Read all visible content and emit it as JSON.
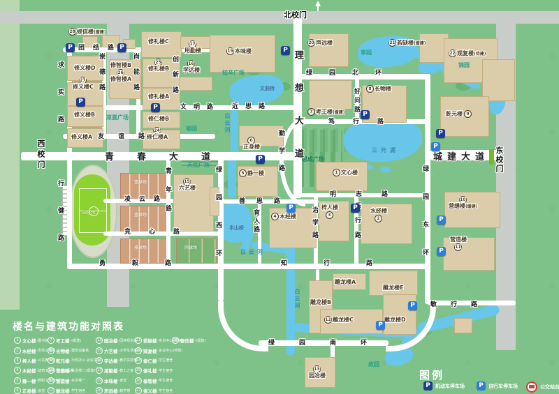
{
  "colors": {
    "bg": "#7ec189",
    "building": "#dccdaa",
    "water": "#68c6ea",
    "road_gray": "#c9cdc9",
    "road_white": "#ffffff",
    "parking_motor": "#1e3e8f",
    "parking_bike": "#2c7ed6",
    "bus_red": "#d23c3c",
    "gate_green": "#76b82a"
  },
  "gates": {
    "north": "北校门",
    "west": "西校门",
    "east": "东校门"
  },
  "roads": {
    "tuanjie": "团结路",
    "wenming": "文明路",
    "jinsi": "近思路",
    "youyi": "友谊路",
    "qingchun": "青春大道",
    "chengjian": "城建大道",
    "lixiang": "理想大道",
    "qinxue": "勤学路",
    "lvyuanbei": "绿园北环",
    "lvyuannan": "绿园南环",
    "lvyuanxi": "绿园西环",
    "lvyuandong": "绿园东环",
    "duxing": "笃行路",
    "mingzhi": "明志路",
    "shansi": "善思路",
    "zhixing": "知行路",
    "yongyi": "勇毅路",
    "lingyun": "凌云路",
    "jingxin": "竞心路",
    "minxing": "敏行路",
    "qiushi": "求实路",
    "xingjian": "行健路",
    "chongde": "崇德路",
    "shangneng": "尚能路",
    "chuangxin": "创新路",
    "qingnian": "青年路",
    "haowen": "好问路",
    "yuren": "育人路",
    "zhixue": "治学路",
    "lexing": "乐行路"
  },
  "water": {
    "baiyun": "白云河",
    "sanyuan": "三元湖",
    "wenqu": "文曲桥",
    "banshan": "半山桥"
  },
  "places": {
    "zhixin": "知辛广场",
    "liangzhi": "凉直广场",
    "sicheng": "思成广场",
    "tianyou": "天佑广场",
    "xiang": "享园",
    "jin": "锦园",
    "tao": "韬园",
    "gu": "故园"
  },
  "sports": {
    "basketball": "篮球场",
    "volleyball": "排球场",
    "tennis": "网球场",
    "track": "田径场"
  },
  "buildings": {
    "wenxin": {
      "n": "1",
      "t": "文心楼"
    },
    "shuijing": {
      "n": "2",
      "t": "水经楼"
    },
    "ziren": {
      "n": "3",
      "t": "梓人楼"
    },
    "mujing": {
      "n": "4",
      "t": "木经楼"
    },
    "jingyi": {
      "n": "5",
      "t": "静一楼"
    },
    "zhengshen": {
      "n": "6",
      "t": "正身楼"
    },
    "kaogong": {
      "n": "7",
      "t": "考工楼",
      "note": "(缓建)"
    },
    "changwu": {
      "n": "8",
      "t": "长物楼"
    },
    "qianyuan": {
      "n": "9",
      "t": "乾元楼"
    },
    "yingshan": {
      "n": "10",
      "t": "营缮楼",
      "note": "(缓建)"
    },
    "yingzao": {
      "n": "11",
      "t": "营造楼"
    },
    "diaolong": {
      "n": "12",
      "t": "雕龙楼C"
    },
    "yuanye": {
      "n": "13",
      "t": "园冶楼"
    },
    "liuyi": {
      "n": "15",
      "t": "六艺楼"
    },
    "xueda": {
      "n": "16",
      "t": "学达楼"
    },
    "yongqin": {
      "n": "17",
      "t": "用勤楼"
    },
    "benwei": {
      "n": "19",
      "t": "本味楼"
    },
    "shengyuan": {
      "n": "20",
      "t": "声远楼"
    },
    "ruoque": {
      "n": "21",
      "t": "若缺楼",
      "note": "(缓建)"
    },
    "guanfu": {
      "n": "22",
      "t": "观复楼",
      "note": "(待建)"
    },
    "xiuren24": {
      "n": "24"
    },
    "xiuli25": {
      "n": "25"
    },
    "xiuzhi26": {
      "n": "26"
    },
    "xiuyi27": {
      "n": "27"
    },
    "xiuxin": {
      "n": "28",
      "t": "修信楼",
      "note": "(缓建)"
    }
  },
  "subs": {
    "xiuyiA": "修义楼A",
    "xiuyiB": "修义楼B",
    "xiuyiC": "修义楼C",
    "xiuyiD": "修义楼D",
    "xiuzhiA": "修智楼A",
    "xiuzhiB": "修智楼B",
    "xiuliA": "修礼楼A",
    "xiuliB": "修礼楼B",
    "xiuliC": "修礼楼C",
    "xiurenA": "修仁楼A",
    "xiurenB": "修仁楼B",
    "dlA": "雕龙楼A",
    "dlB": "雕龙楼B",
    "dlD": "雕龙楼D",
    "dlE": "雕龙楼E"
  },
  "legend": {
    "title": "图例",
    "motor": "机动车停车场",
    "bike": "自行车停车场",
    "bus": "公交站台",
    "p": "P"
  },
  "table": {
    "title": "楼名与建筑功能对照表",
    "cols": [
      [
        {
          "num": "1",
          "name": "文心楼",
          "fn": "-图书馆"
        },
        {
          "num": "2",
          "name": "水经楼",
          "fn": "-市政工程系"
        },
        {
          "num": "3",
          "name": "梓人楼",
          "fn": "-公共教学楼"
        },
        {
          "num": "4",
          "name": "木经楼",
          "fn": "-建筑工程系·土木工程系"
        },
        {
          "num": "5",
          "name": "静一楼",
          "fn": "-教职工活动中心"
        },
        {
          "num": "6",
          "name": "正身楼",
          "fn": "-食堂"
        }
      ],
      [
        {
          "num": "7",
          "name": "考工楼",
          "fn": "-(缓建)"
        },
        {
          "num": "8",
          "name": "长物楼",
          "fn": "-建筑设备系"
        },
        {
          "num": "9",
          "name": "乾元楼",
          "fn": "-行政办公·会议中心"
        },
        {
          "num": "10",
          "name": "营缮楼",
          "fn": "-实训楼二(缓建)"
        },
        {
          "num": "11",
          "name": "营造楼",
          "fn": "-实训楼一"
        },
        {
          "num": "12",
          "name": "雕龙楼",
          "fn": "-学生宿舍"
        }
      ],
      [
        {
          "num": "13",
          "name": "园冶楼",
          "fn": "-园林规划系"
        },
        {
          "num": "15",
          "name": "六艺楼",
          "fn": "-大学生活动中心"
        },
        {
          "num": "16",
          "name": "学达楼",
          "fn": "-教学实验楼"
        },
        {
          "num": "17",
          "name": "用勤楼",
          "fn": "-教工之家"
        },
        {
          "num": "19",
          "name": "本味楼",
          "fn": "-食堂"
        },
        {
          "num": "20",
          "name": "声远楼",
          "fn": "-教学楼"
        }
      ],
      [
        {
          "num": "21",
          "name": "若缺楼",
          "fn": "-实训中心(缓建)"
        },
        {
          "num": "22",
          "name": "观复楼",
          "fn": "-会议中心(待建)"
        },
        {
          "num": "24",
          "name": "修仁楼",
          "fn": "-学生宿舍"
        },
        {
          "num": "25",
          "name": "修礼楼",
          "fn": "-学生宿舍"
        },
        {
          "num": "26",
          "name": "修智楼",
          "fn": "-学生宿舍"
        },
        {
          "num": "27",
          "name": "修义楼",
          "fn": "-学生宿舍"
        }
      ],
      [
        {
          "num": "28",
          "name": "修信楼",
          "fn": "-(缓建)"
        }
      ]
    ]
  }
}
